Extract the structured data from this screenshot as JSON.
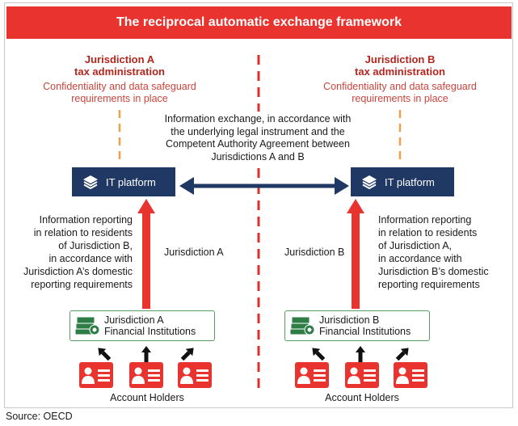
{
  "title": "The reciprocal automatic exchange framework",
  "jurisdiction_a": {
    "name": "Jurisdiction A",
    "admin": "tax administration",
    "confidentiality": [
      "Confidentiality and data safeguard",
      "requirements in place"
    ],
    "platform_label": "IT platform",
    "reporting": [
      "Information reporting",
      "in relation to residents",
      "of Jurisdiction B,",
      "in accordance with",
      "Jurisdiction A’s domestic",
      "reporting requirements"
    ],
    "arrow_label": "Jurisdiction A",
    "fi": [
      "Jurisdiction A",
      "Financial Institutions"
    ],
    "account_holders": "Account Holders"
  },
  "jurisdiction_b": {
    "name": "Jurisdiction B",
    "admin": "tax administration",
    "confidentiality": [
      "Confidentiality and data safeguard",
      "requirements in place"
    ],
    "platform_label": "IT platform",
    "reporting": [
      "Information reporting",
      "in relation to residents",
      "of Jurisdiction A,",
      "in accordance with",
      "Jurisdiction B’s domestic",
      "reporting requirements"
    ],
    "arrow_label": "Jurisdiction B",
    "fi": [
      "Jurisdiction B",
      "Financial Institutions"
    ],
    "account_holders": "Account Holders"
  },
  "exchange_text": [
    "Information exchange, in accordance with",
    "the underlying legal instrument and the",
    "Competent Authority Agreement between",
    "Jurisdictions A and B"
  ],
  "source": "Source: OECD",
  "colors": {
    "red": "#e8332f",
    "navy": "#1f3864",
    "green": "#5a9b63",
    "orange": "#f0a04b",
    "dark_red_text": "#b3261e"
  },
  "icons": {
    "platform": "layers-icon",
    "fi": "money-stack-icon",
    "holder": "id-card-icon"
  }
}
